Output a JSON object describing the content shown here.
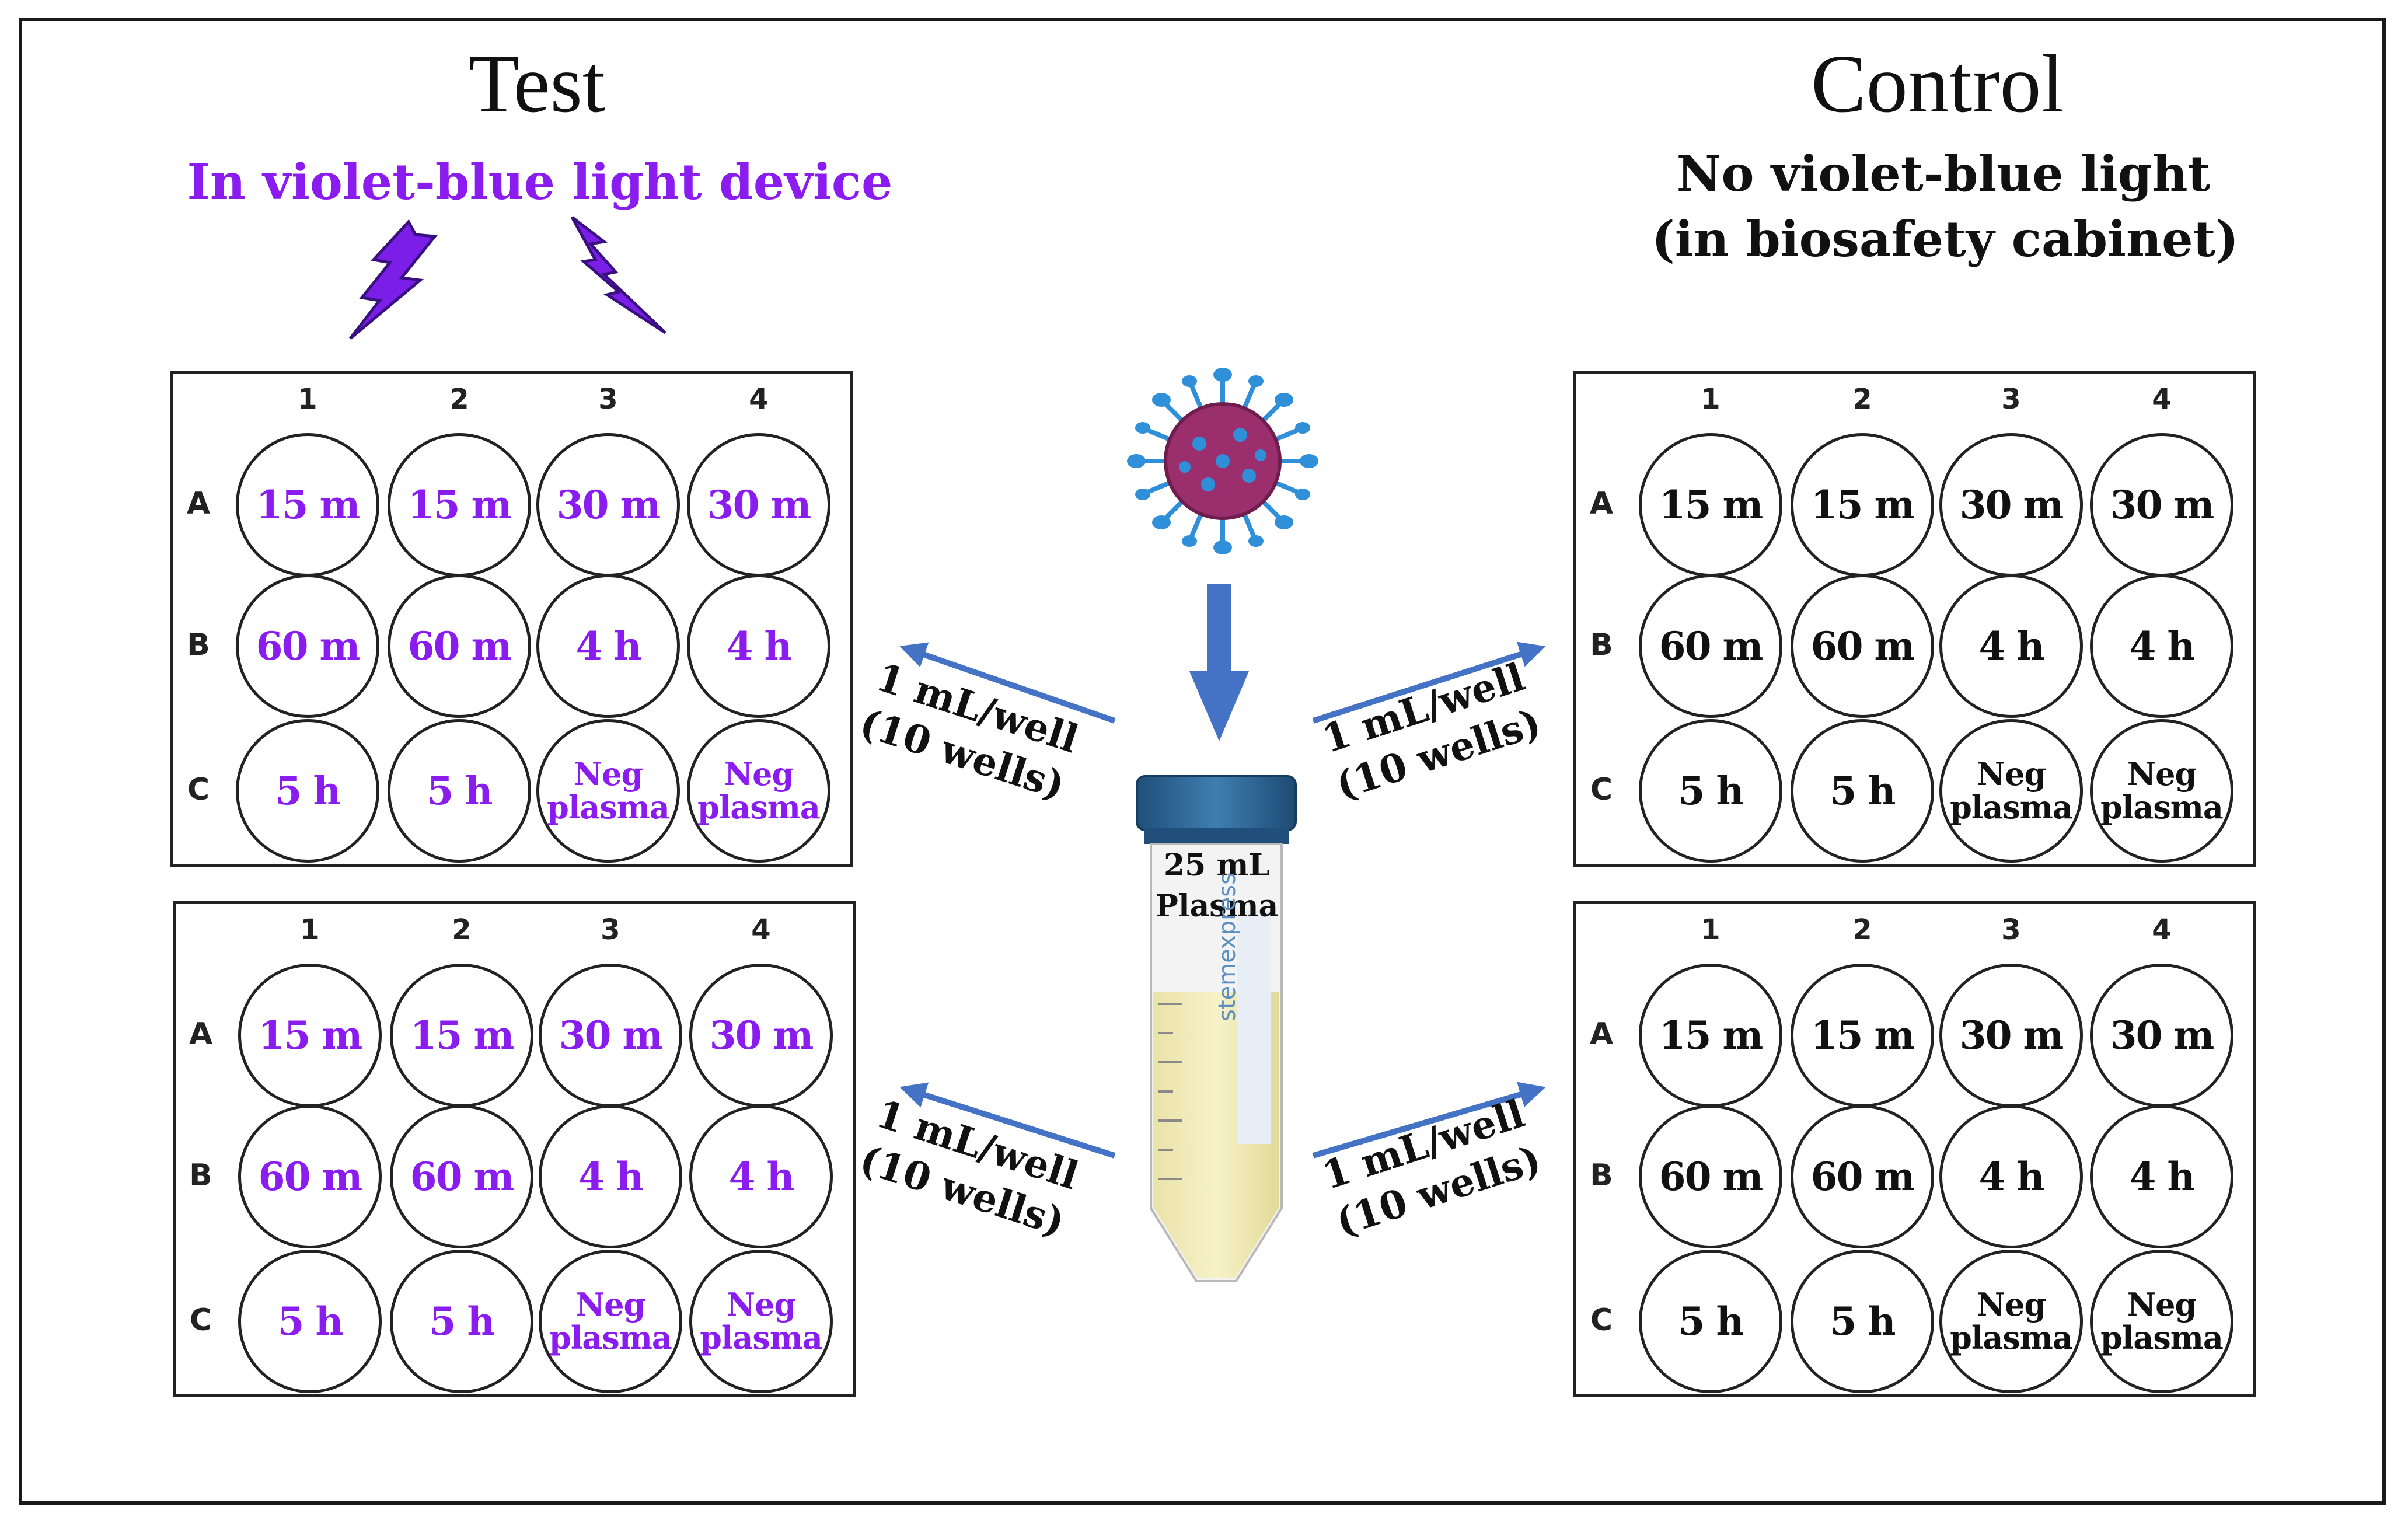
{
  "titles": {
    "test": "Test",
    "control": "Control",
    "test_sub": "In violet-blue  light  device",
    "control_sub_1": "No violet-blue  light",
    "control_sub_2": "(in biosafety cabinet)"
  },
  "tube": {
    "line1": "25 mL",
    "line2": "Plasma",
    "brand": "stemexpress"
  },
  "arrow_label": {
    "line1": "1 mL/well",
    "line2": "(10 wells)"
  },
  "plate_columns": [
    "1",
    "2",
    "3",
    "4"
  ],
  "plate_rows": [
    "A",
    "B",
    "C"
  ],
  "plate_wells": [
    [
      "15 m",
      "15 m",
      "30 m",
      "30 m"
    ],
    [
      "60 m",
      "60 m",
      "4 h",
      "4 h"
    ],
    [
      "5 h",
      "5 h",
      "Neg\nplasma",
      "Neg\nplasma"
    ]
  ],
  "colors": {
    "violet_text": "#8a1cf0",
    "arrow": "#4472c4",
    "lightning": "#7b1fe8",
    "virus_body": "#9b2f6e",
    "virus_spike": "#2f8fd8"
  },
  "icons": [
    "lightning-bolt-icon",
    "virus-icon",
    "centrifuge-tube-icon"
  ]
}
